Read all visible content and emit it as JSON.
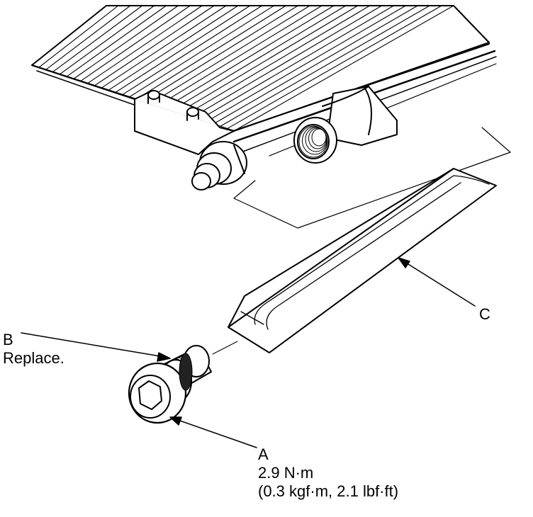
{
  "callouts": {
    "a": {
      "letter": "A",
      "torque_nm": "2.9 N·m",
      "torque_alt": "(0.3 kgf·m, 2.1 lbf·ft)"
    },
    "b": {
      "letter": "B",
      "note": "Replace."
    },
    "c": {
      "letter": "C"
    }
  },
  "parts": {
    "a": "drain-plug",
    "b": "o-ring",
    "c": "undercover"
  },
  "colors": {
    "ink": "#000000",
    "paper": "#ffffff"
  }
}
